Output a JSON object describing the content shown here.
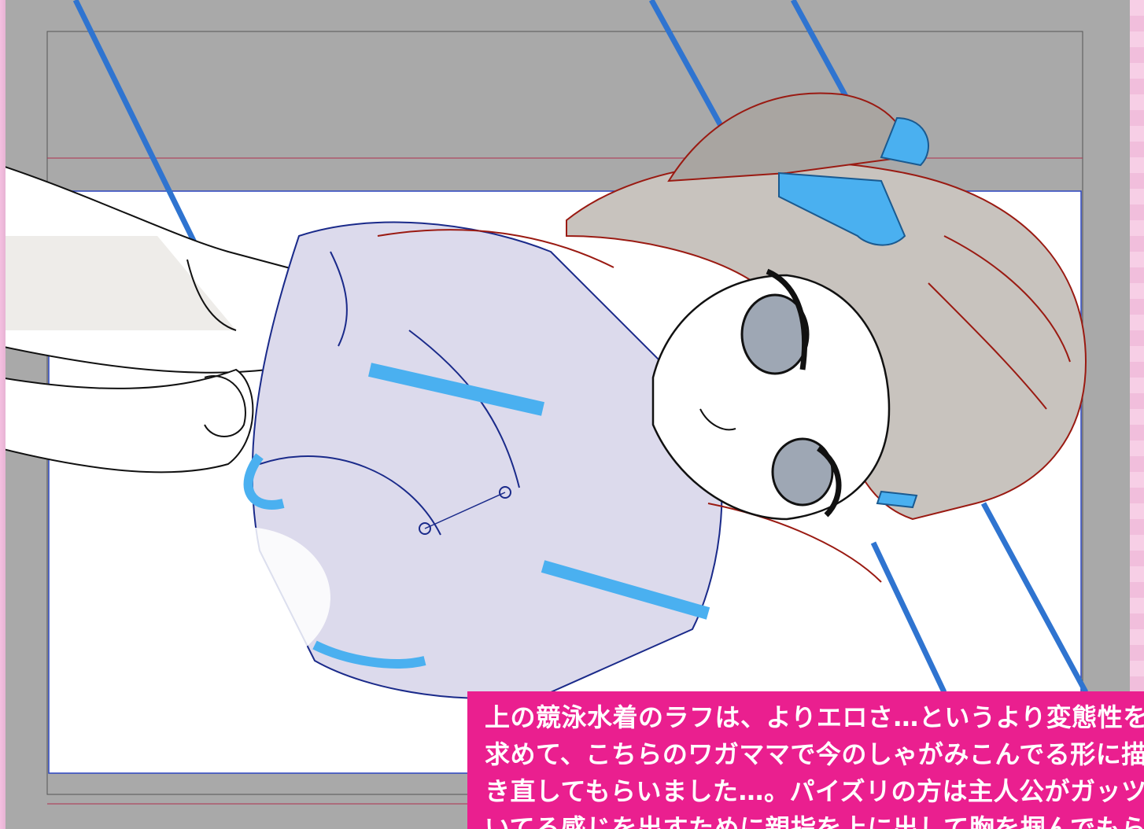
{
  "caption": {
    "lines": [
      "上の競泳水着のラフは、よりエロさ…というより変態性を",
      "求めて、こちらのワガママで今のしゃがみこんでる形に描",
      "き直してもらいました…。パイズリの方は主人公がガッツ",
      "いてる感じを出すために親指を上に出して胸を掴んでもら"
    ]
  },
  "colors": {
    "canvas_gray": "#a9a9a9",
    "caption_bg": "#ea1f8f",
    "guide_blue": "#2f74d0",
    "ribbon_blue": "#4ab0f0",
    "hair": "#c8c3be",
    "lineart_red": "#9a1a12",
    "outfit": "#dcdaec"
  }
}
